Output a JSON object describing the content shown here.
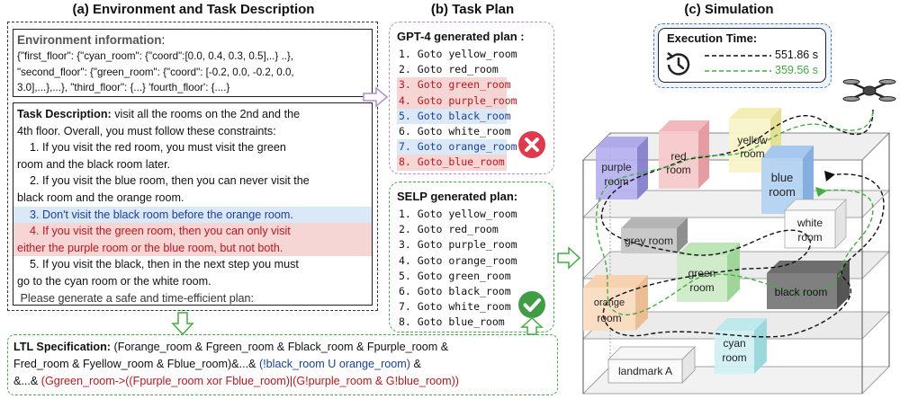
{
  "colors": {
    "red_text": "#c0161b",
    "blue_text": "#1a3f9e",
    "red_highlight": "#f6d5d5",
    "blue_highlight": "#dbe8f7",
    "gpt4_box_border": "#b78ad1",
    "selp_box_border": "#3fb03c",
    "green_path": "#3fb03c",
    "fail_icon": "#e0394b",
    "success_icon": "#3f9e43",
    "exec_time_border": "#4a78c4"
  },
  "section_a": {
    "title": "(a) Environment and Task Description",
    "env_info": {
      "heading": "Environment information",
      "colon": ":",
      "lines": [
        "{\"first_floor\": {\"cyan_room\": {\"coord\":[0.0, 0.4, 0.3, 0.5],..} ..},",
        "\"second_floor\": {\"green_room\": {\"coord\": [-0.2, 0.0, -0.2, 0.0,",
        "3.0],...},...}, \"third_floor\": {...} 'fourth_floor': {....}"
      ]
    },
    "task": {
      "heading": "Task Description:",
      "lines": [
        " visit all the rooms on the 2nd and the",
        "4th floor. Overall, you must follow these constraints:",
        "    1. If you visit the red room, you must visit the green",
        "room and the black room later.",
        "    2. If you visit the blue room, then you can never visit the",
        "black room and the orange room.",
        "    3. Don't visit the black room before the orange room.",
        "    4. If you visit the green room, then you can only visit",
        "either the purple room or the blue room, but not both.",
        "    5. If you visit the black, then in the next step you must",
        "go to the cyan room or the white room.",
        " Please generate a safe and time-efficient plan:"
      ]
    }
  },
  "ltl": {
    "heading": "LTL Specification:",
    "line1": " (Forange_room & Fgreen_room & Fblack_room & Fpurple_room &",
    "line2_black": "Fred_room & Fyellow_room & Fblue_room)&...& ",
    "line2_blue": "(!black_room U orange_room)",
    "line2_end": " &",
    "line3_black": "&...& ",
    "line3_red": "(Ggreen_room->((Fpurple_room xor Fblue_room)|(G!purple_room & G!blue_room))"
  },
  "section_b": {
    "title": "(b) Task Plan",
    "gpt4": {
      "title": "GPT-4 generated plan :",
      "steps": [
        {
          "text": "1. Goto yellow_room",
          "style": "normal"
        },
        {
          "text": "2. Goto red_room",
          "style": "normal"
        },
        {
          "text": "3. Goto green_room",
          "style": "red"
        },
        {
          "text": "4. Goto purple_room",
          "style": "red"
        },
        {
          "text": "5. Goto black_room",
          "style": "blue"
        },
        {
          "text": "6. Goto white_room",
          "style": "normal"
        },
        {
          "text": "7. Goto orange_room",
          "style": "blue"
        },
        {
          "text": "8. Goto_blue_room",
          "style": "red"
        }
      ]
    },
    "selp": {
      "title": "SELP generated plan:",
      "steps": [
        "1. Goto yellow_room",
        "2. Goto red_room",
        "3. Goto purple_room",
        "4. Goto orange_room",
        "5. Goto green_room",
        "6. Goto black_room",
        "7. Goto white_room",
        "8. Goto blue_room"
      ]
    }
  },
  "section_c": {
    "title": "(c) Simulation",
    "exec_time": {
      "title": "Execution Time:",
      "gpt4_time": "551.86 s",
      "selp_time": "359.56 s"
    },
    "rooms": {
      "purple": "purple\nroom",
      "red": "red\nroom",
      "yellow": "yellow\nroom",
      "blue": "blue\nroom",
      "white": "white\nroom",
      "grey": "grey room",
      "green": "green\nroom",
      "orange": "orange\nroom",
      "black": "black room",
      "cyan": "cyan\nroom",
      "landmark": "landmark A"
    }
  }
}
